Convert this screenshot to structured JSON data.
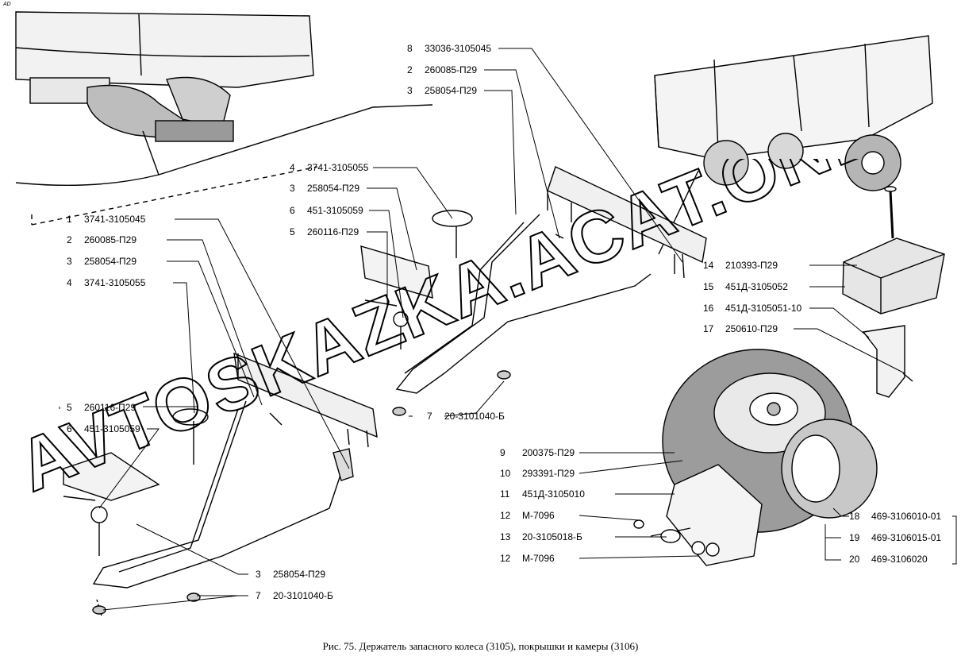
{
  "corner_mark": "AD",
  "caption": "Рис. 75. Держатель запасного колеса (3105), покрышки и камеры (3106)",
  "watermark": "AVTOSKAZKA.ACAT.ONLINE",
  "callouts_left": [
    {
      "num": "1",
      "part": "3741-3105045"
    },
    {
      "num": "2",
      "part": "260085-П29"
    },
    {
      "num": "3",
      "part": "258054-П29"
    },
    {
      "num": "4",
      "part": "3741-3105055"
    },
    {
      "num": "5",
      "part": "260116-П29"
    },
    {
      "num": "6",
      "part": "451-3105059"
    },
    {
      "num": "3",
      "part": "258054-П29"
    },
    {
      "num": "7",
      "part": "20-3101040-Б"
    }
  ],
  "callouts_middle": [
    {
      "num": "8",
      "part": "33036-3105045"
    },
    {
      "num": "2",
      "part": "260085-П29"
    },
    {
      "num": "3",
      "part": "258054-П29"
    },
    {
      "num": "4",
      "part": "3741-3105055"
    },
    {
      "num": "3",
      "part": "258054-П29"
    },
    {
      "num": "6",
      "part": "451-3105059"
    },
    {
      "num": "5",
      "part": "260116-П29"
    },
    {
      "num": "7",
      "part": "20-3101040-Б"
    }
  ],
  "callouts_right": [
    {
      "num": "14",
      "part": "210393-П29"
    },
    {
      "num": "15",
      "part": "451Д-3105052"
    },
    {
      "num": "16",
      "part": "451Д-3105051-10"
    },
    {
      "num": "17",
      "part": "250610-П29"
    },
    {
      "num": "9",
      "part": "200375-П29"
    },
    {
      "num": "10",
      "part": "293391-П29"
    },
    {
      "num": "11",
      "part": "451Д-3105010"
    },
    {
      "num": "12",
      "part": "М-7096"
    },
    {
      "num": "13",
      "part": "20-3105018-Б"
    },
    {
      "num": "12",
      "part": "М-7096"
    },
    {
      "num": "18",
      "part": "469-3106010-01"
    },
    {
      "num": "19",
      "part": "469-3106015-01"
    },
    {
      "num": "20",
      "part": "469-3106020"
    }
  ]
}
